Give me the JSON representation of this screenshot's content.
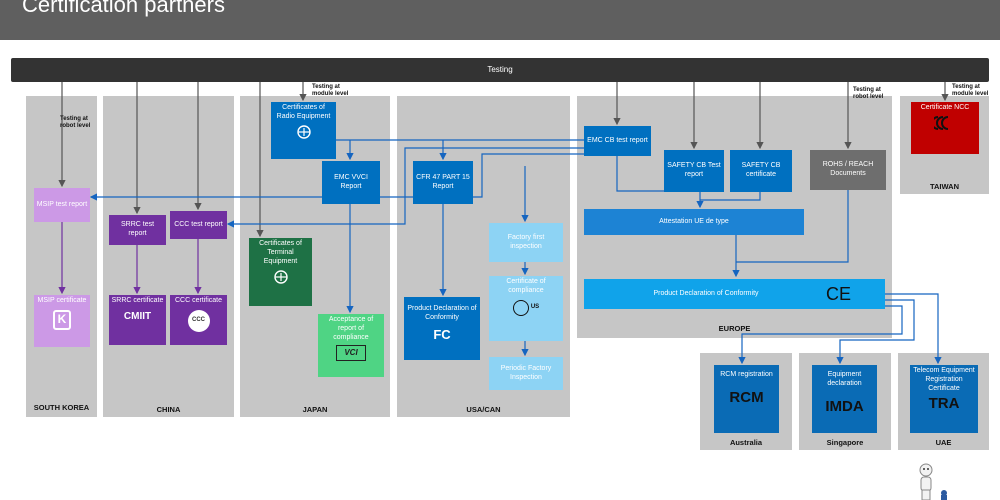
{
  "title": "Certification partners",
  "testing": "Testing",
  "notes": {
    "robot_level": "Testing at robot level",
    "module_level": "Testing at module level",
    "robot_level_europe": "Testing at robot level",
    "module_level_taiwan": "Testing at module level"
  },
  "regions": {
    "south_korea": "SOUTH KOREA",
    "china": "CHINA",
    "japan": "JAPAN",
    "usa_can": "USA/CAN",
    "europe": "EUROPE",
    "taiwan": "TAIWAN",
    "australia": "Australia",
    "singapore": "Singapore",
    "uae": "UAE"
  },
  "boxes": {
    "msip_test_report": "MSIP test report",
    "msip_certificate": "MSIP certificate",
    "srrc_test_report": "SRRC test report",
    "ccc_test_report": "CCC test report",
    "srrc_certificate": "SRRC certificate",
    "ccc_certificate": "CCC certificate",
    "cert_radio_equipment": "Certificates of Radio Equipment",
    "emc_vvci_report": "EMC VVCI Report",
    "cert_terminal_equipment": "Certificates of Terminal Equipment",
    "acceptance_report": "Acceptance of report of compliance",
    "cfr47_report": "CFR 47 PART 15 Report",
    "product_declaration_usa": "Product Declaration of Conformity",
    "factory_first_inspection": "Factory first inspection",
    "certificate_of_compliance": "Certificate of compliance",
    "periodic_factory_inspection": "Periodic Factory Inspection",
    "emc_cb_report": "EMC CB test report",
    "safety_cb_test_report": "SAFETY CB Test report",
    "safety_cb_certificate": "SAFETY CB certificate",
    "rohs_reach": "ROHS / REACH Documents",
    "attestation_ue": "Attestation UE de type",
    "product_declaration_eu": "Product Declaration of Conformity",
    "certificate_ncc": "Certificate NCC",
    "rcm_registration": "RCM registration",
    "equipment_declaration": "Equipment declaration",
    "telecom_cert": "Telecom Equipment Registration Certificate"
  },
  "logos": {
    "cmiit": "CMIIT",
    "ccc": "CCC",
    "fc": "FC",
    "ce": "CE",
    "rcm": "RCM",
    "imda": "IMDA",
    "tra": "TRA",
    "vci": "VCI",
    "kc": "K",
    "csa_us": "US"
  }
}
